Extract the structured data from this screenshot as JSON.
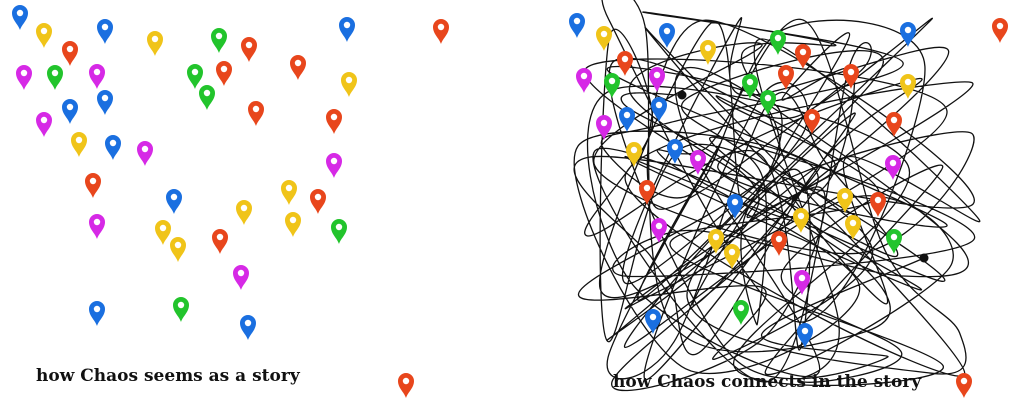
{
  "captions": {
    "left": "how Chaos seems as a story",
    "right": "how Chaos connects in the story"
  },
  "pin_colors": {
    "blue": "#1a6fe0",
    "yellow": "#f0c419",
    "orange": "#e8461c",
    "green": "#22c42c",
    "magenta": "#d629e6"
  },
  "line_color": "#111111",
  "pin_set_colors": [
    "blue",
    "yellow",
    "orange",
    "blue",
    "yellow",
    "green",
    "orange",
    "blue",
    "orange",
    "magenta",
    "green",
    "magenta",
    "green",
    "orange",
    "orange",
    "yellow",
    "blue",
    "green",
    "orange",
    "magenta",
    "blue",
    "orange",
    "yellow",
    "blue",
    "magenta",
    "magenta",
    "orange",
    "blue",
    "yellow",
    "orange",
    "yellow",
    "yellow",
    "green",
    "magenta",
    "yellow",
    "orange",
    "yellow",
    "magenta",
    "blue",
    "green",
    "blue"
  ],
  "icons": [
    "map-pin-icon",
    "line-endpoint-dot-icon"
  ]
}
